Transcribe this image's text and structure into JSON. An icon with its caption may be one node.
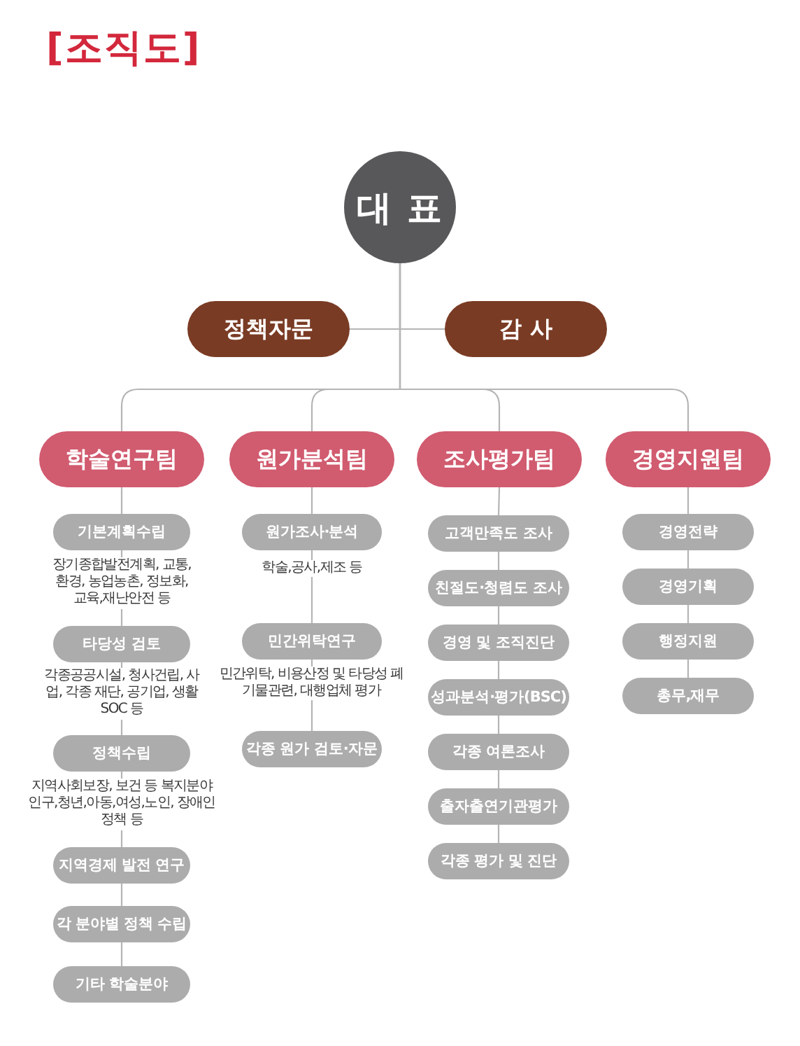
{
  "diagram": {
    "title": "[조직도]",
    "nodes": [
      {
        "text": [
          "대 표"
        ]
      },
      {
        "text": [
          "정책자문"
        ]
      },
      {
        "text": [
          "감 사"
        ]
      },
      {
        "text": [
          "학술연구팀"
        ]
      },
      {
        "text": [
          "원가분석팀"
        ]
      },
      {
        "text": [
          "조사평가팀"
        ]
      },
      {
        "text": [
          "경영지원팀"
        ]
      },
      {
        "text": [
          "기본계획수립"
        ],
        "beside": [
          "장기종합발전계획, 교통, 환경, 농업농촌, 정보화, 교육,재난안전 등"
        ]
      },
      {
        "text": [
          "타당성 검토"
        ],
        "beside": [
          "각종공공시설, 청사건립, 사업, 각종 재단, 공기업, 생활 SOC 등"
        ]
      },
      {
        "text": [
          "정책수립"
        ],
        "beside": [
          "지역사회보장, 보건 등 복지분야 인구,청년,아동,여성,노인, 장애인정책 등"
        ]
      },
      {
        "text": [
          "지역경제 발전 연구"
        ]
      },
      {
        "text": [
          "각 분야별 정책 수립"
        ]
      },
      {
        "text": [
          "기타 학술분야"
        ]
      },
      {
        "text": [
          "원가조사·분석"
        ],
        "beside": [
          "학술,공사,제조 등"
        ]
      },
      {
        "text": [
          "민간위탁연구"
        ],
        "beside": [
          "민간위탁, 비용산정 및 타당성 폐기물관련, 대행업체 평가"
        ]
      },
      {
        "text": [
          "각종 원가 검토·자문"
        ]
      },
      {
        "text": [
          "고객만족도 조사"
        ]
      },
      {
        "text": [
          "친절도·청렴도 조사"
        ]
      },
      {
        "text": [
          "경영 및 조직진단"
        ]
      },
      {
        "text": [
          "성과분석·평가(BSC)"
        ]
      },
      {
        "text": [
          "각종 여론조사"
        ]
      },
      {
        "text": [
          "출자출연기관평가"
        ]
      },
      {
        "text": [
          "각종 평가 및 진단"
        ]
      },
      {
        "text": [
          "경영전략"
        ]
      },
      {
        "text": [
          "경영기획"
        ]
      },
      {
        "text": [
          "행정지원"
        ]
      },
      {
        "text": [
          "총무,재무"
        ]
      }
    ],
    "edges": [
      {
        "from": 0,
        "to": 1,
        "arrow": "none"
      },
      {
        "from": 0,
        "to": 2,
        "arrow": "none"
      },
      {
        "from": 0,
        "to": 3,
        "arrow": "none"
      },
      {
        "from": 0,
        "to": 4,
        "arrow": "none"
      },
      {
        "from": 0,
        "to": 5,
        "arrow": "none"
      },
      {
        "from": 0,
        "to": 6,
        "arrow": "none"
      },
      {
        "from": 3,
        "to": 7,
        "arrow": "none"
      },
      {
        "from": 7,
        "to": 8,
        "arrow": "none"
      },
      {
        "from": 8,
        "to": 9,
        "arrow": "none"
      },
      {
        "from": 9,
        "to": 10,
        "arrow": "none"
      },
      {
        "from": 10,
        "to": 11,
        "arrow": "none"
      },
      {
        "from": 11,
        "to": 12,
        "arrow": "none"
      },
      {
        "from": 4,
        "to": 13,
        "arrow": "none"
      },
      {
        "from": 13,
        "to": 14,
        "arrow": "none"
      },
      {
        "from": 14,
        "to": 15,
        "arrow": "none"
      },
      {
        "from": 5,
        "to": 16,
        "arrow": "none"
      },
      {
        "from": 16,
        "to": 17,
        "arrow": "none"
      },
      {
        "from": 17,
        "to": 18,
        "arrow": "none"
      },
      {
        "from": 18,
        "to": 19,
        "arrow": "none"
      },
      {
        "from": 19,
        "to": 20,
        "arrow": "none"
      },
      {
        "from": 20,
        "to": 21,
        "arrow": "none"
      },
      {
        "from": 21,
        "to": 22,
        "arrow": "none"
      },
      {
        "from": 6,
        "to": 23,
        "arrow": "none"
      },
      {
        "from": 23,
        "to": 24,
        "arrow": "none"
      },
      {
        "from": 24,
        "to": 25,
        "arrow": "none"
      },
      {
        "from": 25,
        "to": 26,
        "arrow": "none"
      }
    ]
  }
}
